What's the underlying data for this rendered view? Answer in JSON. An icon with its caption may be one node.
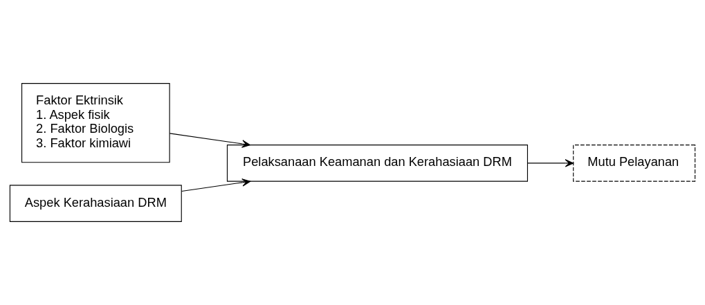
{
  "diagram": {
    "nodes": [
      {
        "text": [
          "Faktor Ektrinsik",
          "1. Aspek fisik",
          "2. Faktor Biologis",
          "3. Faktor kimiawi"
        ]
      },
      {
        "text": [
          "Aspek Kerahasiaan DRM"
        ]
      },
      {
        "text": [
          "Pelaksanaan Keamanan dan Kerahasiaan DRM"
        ]
      },
      {
        "text": [
          "Mutu Pelayanan"
        ]
      }
    ],
    "edges": [
      {
        "from": 0,
        "to": 2,
        "arrow": "to"
      },
      {
        "from": 1,
        "to": 2,
        "arrow": "to"
      },
      {
        "from": 2,
        "to": 3,
        "arrow": "to"
      }
    ]
  }
}
